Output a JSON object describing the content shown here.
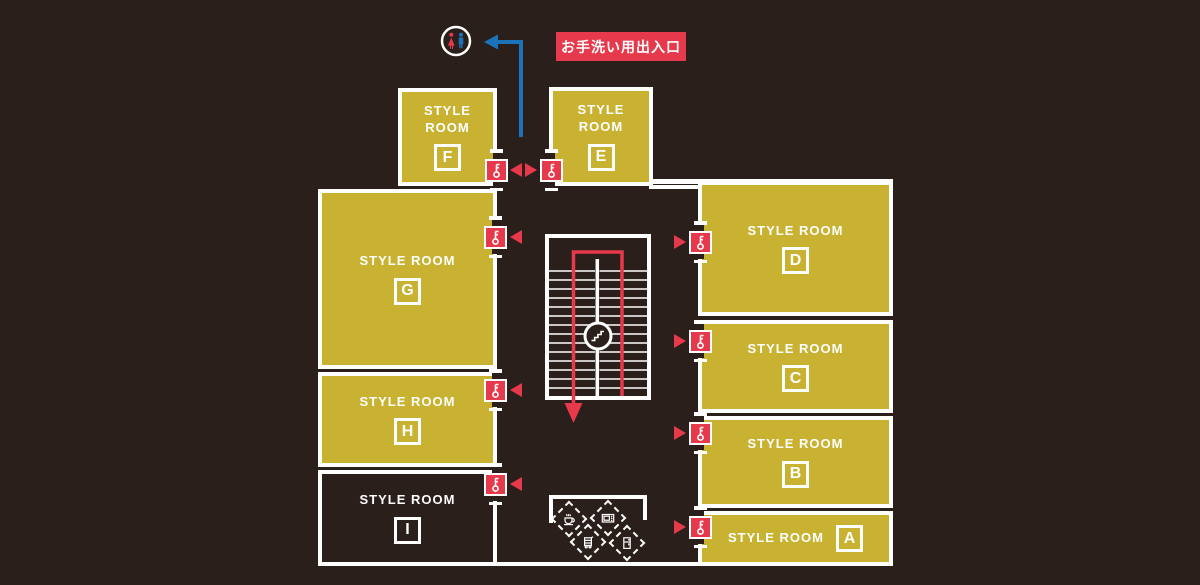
{
  "colors": {
    "background": "#2A1F1B",
    "room-fill": "#C9B232",
    "accent-red": "#E6394B",
    "route-blue": "#1B74B9",
    "wall-white": "#FFFFFF"
  },
  "toilet_sign": {
    "label": "お手洗い用出入口"
  },
  "rooms": {
    "f": {
      "line1": "STYLE",
      "line2": "ROOM",
      "letter": "F"
    },
    "e": {
      "line1": "STYLE",
      "line2": "ROOM",
      "letter": "E"
    },
    "g": {
      "name": "STYLE ROOM",
      "letter": "G"
    },
    "h": {
      "name": "STYLE ROOM",
      "letter": "H"
    },
    "i": {
      "name": "STYLE ROOM",
      "letter": "I"
    },
    "d": {
      "name": "STYLE ROOM",
      "letter": "D"
    },
    "c": {
      "name": "STYLE ROOM",
      "letter": "C"
    },
    "b": {
      "name": "STYLE ROOM",
      "letter": "B"
    },
    "a": {
      "name": "STYLE ROOM",
      "letter": "A"
    }
  },
  "icons": {
    "restroom": "mens-womens-restroom-icon",
    "door": "key-icon",
    "door_arrow": "red-arrow-icon",
    "stairs": "stairs-icon",
    "stair_route": "down-route-arrow",
    "amenities": [
      "coffee-icon",
      "microwave-icon",
      "service-cart-icon",
      "refrigerator-icon"
    ]
  }
}
